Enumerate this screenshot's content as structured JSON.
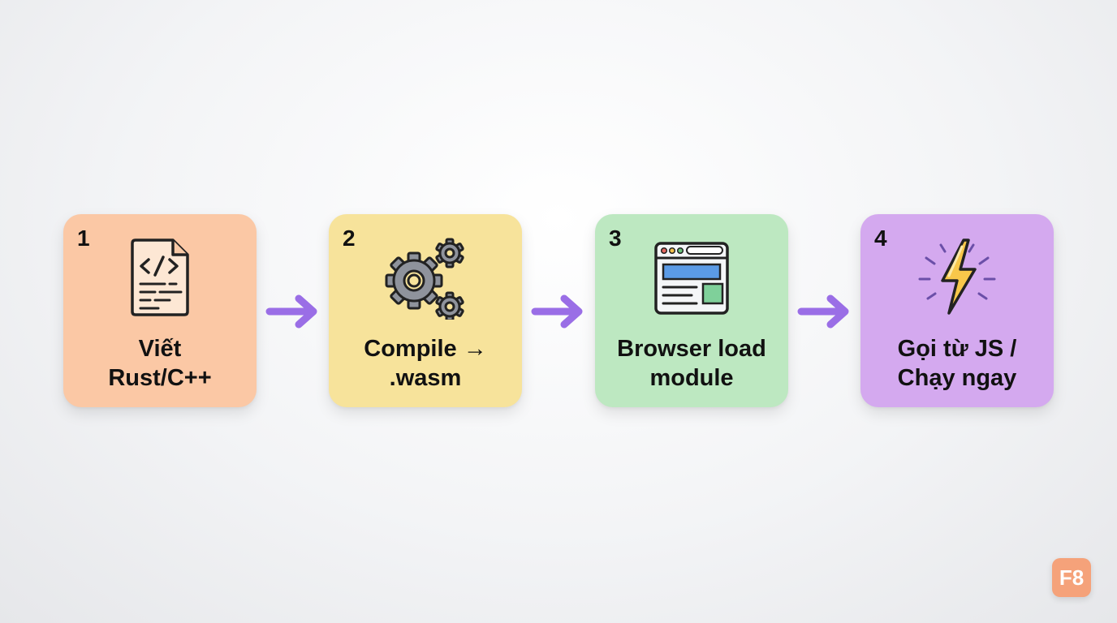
{
  "steps": [
    {
      "number": "1",
      "line1": "Viết",
      "line2": "Rust/C++",
      "icon": "code-file-icon",
      "color": "#fbc8a5"
    },
    {
      "number": "2",
      "line1": "Compile →",
      "line2": ".wasm",
      "icon": "gears-icon",
      "color": "#f7e39b"
    },
    {
      "number": "3",
      "line1": "Browser load",
      "line2": "module",
      "icon": "browser-window-icon",
      "color": "#bde8c1"
    },
    {
      "number": "4",
      "line1": "Gọi từ JS /",
      "line2": "Chạy ngay",
      "icon": "lightning-bolt-icon",
      "color": "#d4a9ef"
    }
  ],
  "arrow_color": "#9a6ee6",
  "brand": {
    "label": "F8",
    "color": "#f5a27a"
  }
}
